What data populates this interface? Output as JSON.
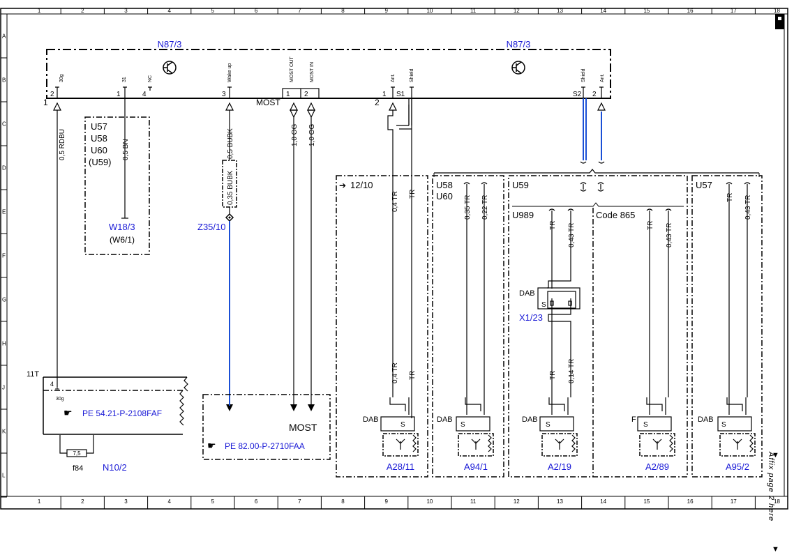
{
  "grid": {
    "columns": [
      "1",
      "2",
      "3",
      "4",
      "5",
      "6",
      "7",
      "8",
      "9",
      "10",
      "11",
      "12",
      "13",
      "14",
      "15",
      "16",
      "17",
      "18"
    ],
    "rows": [
      "A",
      "B",
      "C",
      "D",
      "E",
      "F",
      "G",
      "H",
      "J",
      "K",
      "L"
    ]
  },
  "components": {
    "n87_left": "N87/3",
    "n87_right": "N87/3",
    "w18": "W18/3",
    "w6": "(W6/1)",
    "z35": "Z35/10",
    "x1_23": "X1/23",
    "n10": "N10/2",
    "a28": "A28/11",
    "a94": "A94/1",
    "a2_19": "A2/19",
    "a2_89": "A2/89",
    "a95": "A95/2"
  },
  "pins": {
    "p2": "2",
    "p30g": "30g",
    "p1": "1",
    "p31": "31",
    "p4": "4",
    "pNC": "NC",
    "p3": "3",
    "pwake": "Wake up",
    "pmostout": "MOST OUT",
    "pmostin": "MOST IN",
    "pm1": "1",
    "pm2": "2",
    "pant1": "1",
    "pant": "Ant.",
    "pshield": "Shield",
    "ps1": "S1",
    "pshield2": "Shield",
    "pant2": "Ant.",
    "ps2": "S2",
    "p2r": "2",
    "left1": "1",
    "most": "MOST",
    "left2": "2",
    "t11": "11T",
    "p4b": "4",
    "p30gb": "30g"
  },
  "wires": {
    "rdbu": "0,5 RDBU",
    "bn": "0,5 BN",
    "bubk": "0,5 BUBK",
    "bubk35": "0,35 BUBK",
    "og1": "1,0 OG",
    "og2": "1,0 OG",
    "tr04": "0,4 TR",
    "tr": "TR",
    "tr04b": "0,4 TR",
    "trb": "TR",
    "tr035": "0,35 TR",
    "tr022": "0,22 TR",
    "tr_u989": "TR",
    "tr043": "0,43 TR",
    "tr_lower": "TR",
    "tr014": "0,14 TR",
    "tr_c865": "TR",
    "tr043b": "0,43 TR",
    "tr_u57": "TR",
    "tr043c": "0,43 TR"
  },
  "codes": {
    "u57_list": [
      "U57",
      "U58",
      "U60",
      "(U59)"
    ],
    "ref1210": "12/10",
    "u58": "U58",
    "u60": "U60",
    "u59": "U59",
    "u989": "U989",
    "code865": "Code 865",
    "u57": "U57"
  },
  "labels": {
    "dab1": "DAB",
    "s1": "S",
    "dab2": "DAB",
    "s2": "S",
    "dab3": "DAB",
    "s3": "S",
    "dab_x": "DAB",
    "s_x": "S",
    "f": "F",
    "s4": "S",
    "dab5": "DAB",
    "s5": "S",
    "most_box": "MOST",
    "fuse_val": "7,5",
    "f84": "f84"
  },
  "references": {
    "pe1": "PE 54.21-P-2108FAF",
    "pe2": "PE 82.00-P-2710FAA"
  },
  "margin": {
    "affix": "Affix page 2 here"
  },
  "colors": {
    "link": "#1a1ad6",
    "wire_blue": "#1a4fd6",
    "line": "#000000"
  }
}
